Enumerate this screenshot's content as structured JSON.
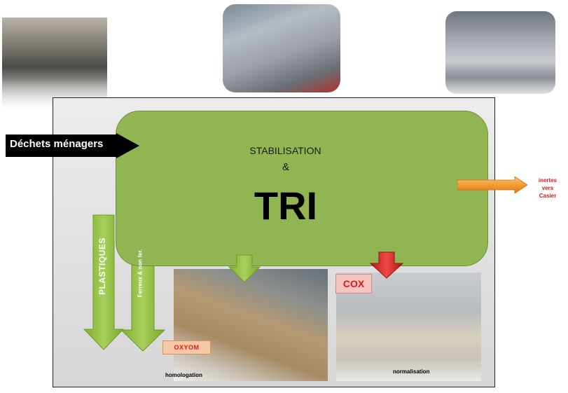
{
  "input": {
    "label": "Déchets ménagers"
  },
  "process": {
    "line1": "STABILISATION",
    "line2": "&",
    "main": "TRI"
  },
  "output": {
    "line1": "inertes",
    "line2": "vers",
    "line3": "Casier"
  },
  "streams": {
    "plastiques": "PLASTIQUES",
    "ferreux": "Ferreux & non fer.",
    "oxyom": "OXYOM",
    "homologation": "homologation",
    "cox": "COX",
    "normalisation": "normalisation"
  },
  "colors": {
    "tri_green": "#90b552",
    "arrow_green": "#8fbd3a",
    "orange": "#f39c33",
    "red": "#e0161c",
    "input_black": "#000000"
  }
}
